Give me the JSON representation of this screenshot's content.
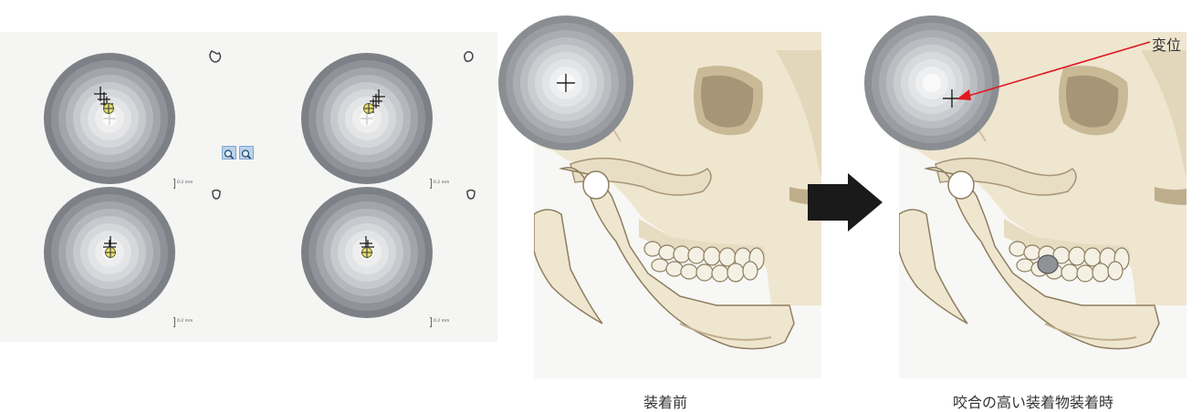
{
  "labels": {
    "displacement": "変位",
    "caption_before": "装着前",
    "caption_after": "咬合の高い装着物装着時"
  },
  "panel": {
    "scale_text": "0.2 mm"
  },
  "icons": {
    "zoom_in": "magnifier-plus-icon",
    "zoom_out": "magnifier-minus-icon",
    "arrow": "right-arrow-icon"
  },
  "colors": {
    "pointer": "#e0171f",
    "arrow": "#1a1a1a",
    "bone": "#efe6d0",
    "bone_shadow": "#b8a98a",
    "target_outer": "#7d8187"
  }
}
